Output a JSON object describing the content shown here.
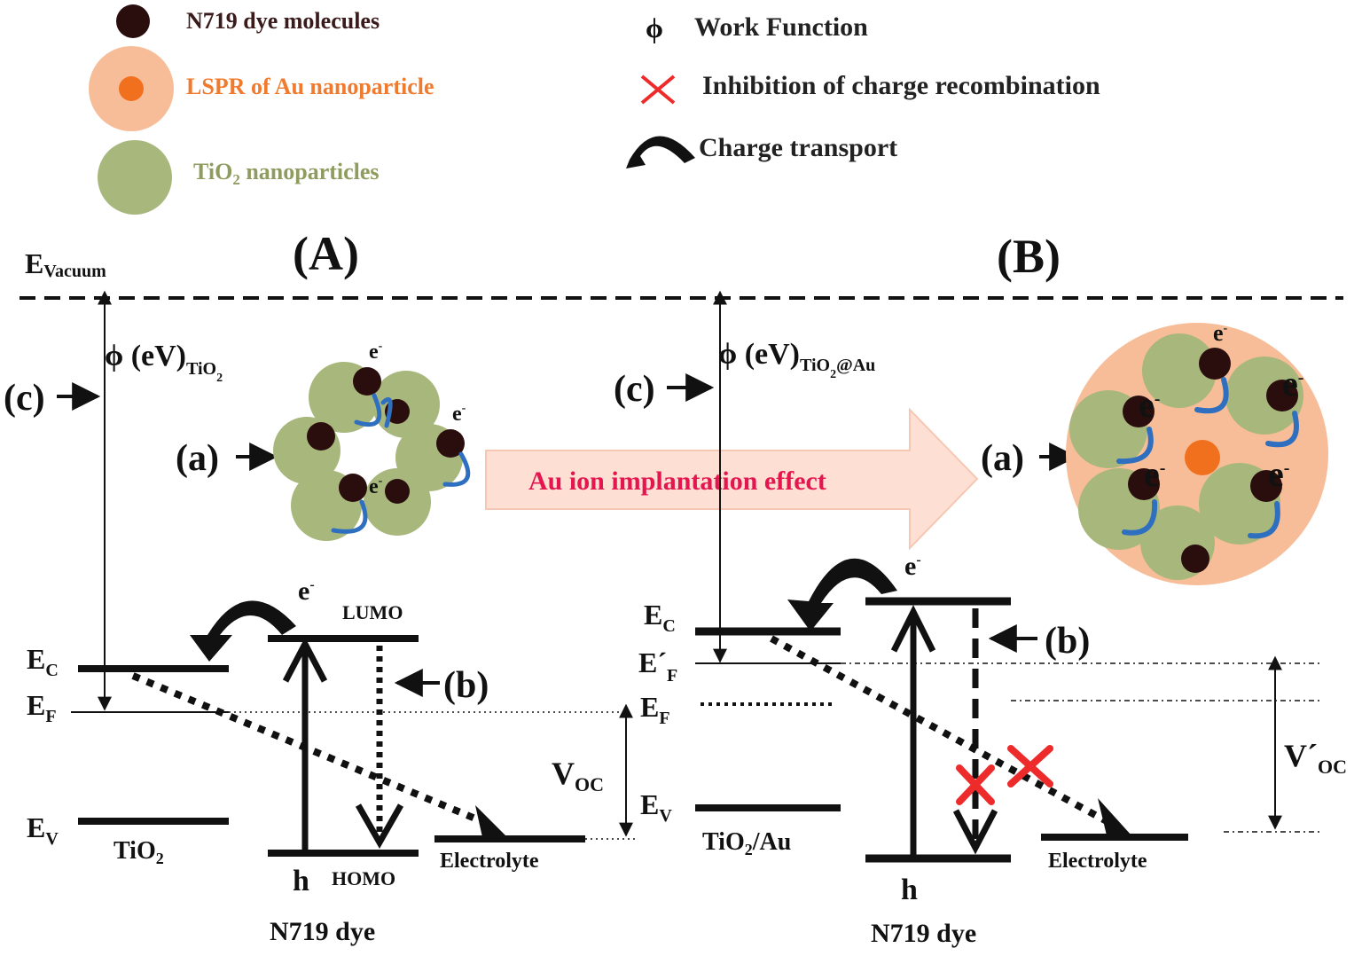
{
  "legend": {
    "dye": "N719 dye molecules",
    "lspr": "LSPR of Au nanoparticle",
    "tio2_prefix": "TiO",
    "tio2_sub": "2",
    "tio2_suffix": " nanoparticles",
    "work_function": "Work Function",
    "work_function_symbol": "ϕ",
    "inhibition": "Inhibition  of  charge  recombination",
    "charge_transport": "Charge transport"
  },
  "panel_a": {
    "title": "(A)",
    "vacuum": "E",
    "vacuum_sub": "Vacuum",
    "phi": "ϕ (eV)",
    "phi_sub": "TiO",
    "phi_sub2": "2",
    "c_label": "(c)",
    "a_label": "(a)",
    "b_label": "(b)",
    "ec": "E",
    "ec_sub": "C",
    "ef": "E",
    "ef_sub": "F",
    "ev": "E",
    "ev_sub": "V",
    "tio2": "TiO",
    "tio2_sub": "2",
    "lumo": "LUMO",
    "homo": "HOMO",
    "electron": "e",
    "hole": "h",
    "electrolyte": "Electrolyte",
    "voc": "V",
    "voc_sub": "OC",
    "dye": "N719 dye"
  },
  "arrow": {
    "text": "Au ion implantation  effect"
  },
  "panel_b": {
    "title": "(B)",
    "phi": "ϕ (eV)",
    "phi_sub": "TiO",
    "phi_sub2": "2",
    "phi_sub3": "@Au",
    "c_label": "(c)",
    "a_label": "(a)",
    "b_label": "(b)",
    "ec": "E",
    "ec_sub": "C",
    "efp": "E´",
    "efp_sub": "F",
    "ef": "E",
    "ef_sub": "F",
    "ev": "E",
    "ev_sub": "V",
    "tio2au": "TiO",
    "tio2au_sub": "2",
    "tio2au_suffix": "/Au",
    "electron": "e",
    "hole": "h",
    "electrolyte": "Electrolyte",
    "voc": "V´",
    "voc_sub": "OC",
    "dye": "N719 dye"
  },
  "colors": {
    "dye": "#2a0e0e",
    "tio2": "#a8b77c",
    "lspr_halo": "#f7bd98",
    "lspr_core": "#f0701e",
    "au_arrow_fill": "#fde0d3",
    "au_arrow_text": "#e4164f",
    "cross": "#ee2b2b",
    "transport": "#2f6fc0"
  }
}
